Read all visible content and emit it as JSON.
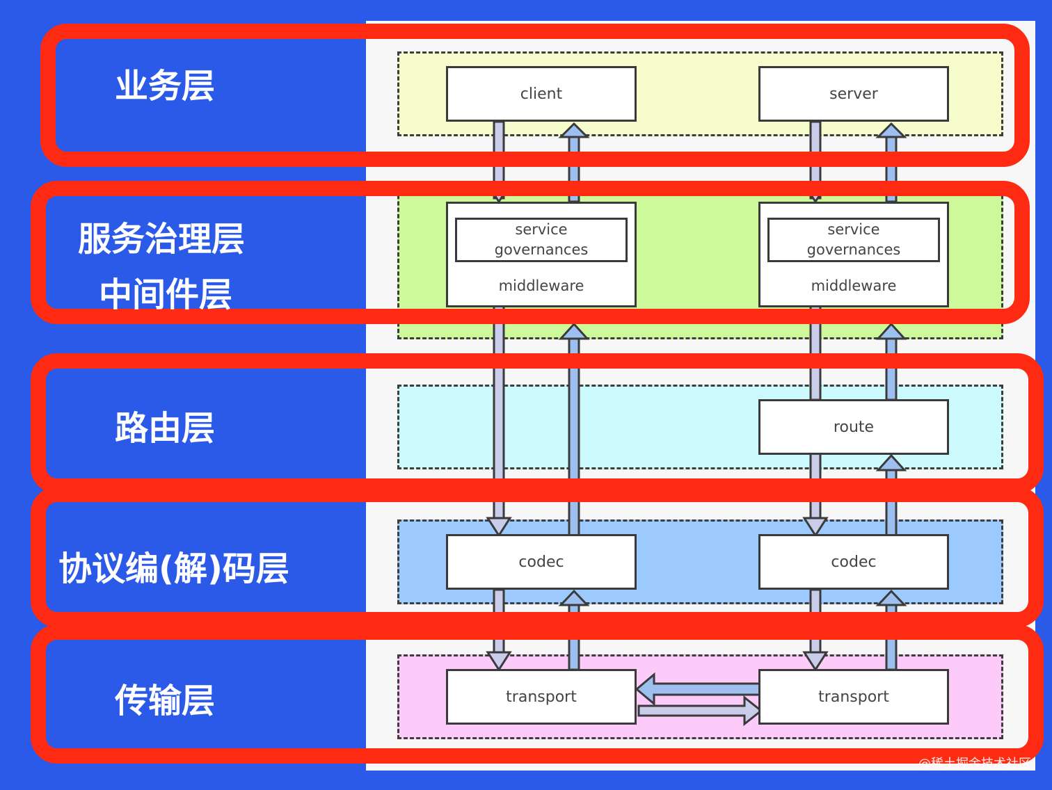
{
  "layers": {
    "business": "业务层",
    "governance_line1": "服务治理层",
    "governance_line2": "中间件层",
    "route": "路由层",
    "codec": "协议编(解)码层",
    "transport": "传输层"
  },
  "boxes": {
    "client": "client",
    "server": "server",
    "service_line1": "service",
    "service_line2": "governances",
    "middleware": "middleware",
    "route": "route",
    "codec": "codec",
    "transport": "transport"
  },
  "credit": "@稀土掘金技术社区",
  "colors": {
    "background": "#2b5ae8",
    "highlight_frame": "#ff2a12",
    "business_layer": "#f6fccc",
    "governance_layer": "#cdf99b",
    "route_layer": "#cdfafc",
    "codec_layer": "#9ccaff",
    "transport_layer": "#fccbfa",
    "arrow_down": "#c9cdea",
    "arrow_up": "#9ec0f0"
  }
}
